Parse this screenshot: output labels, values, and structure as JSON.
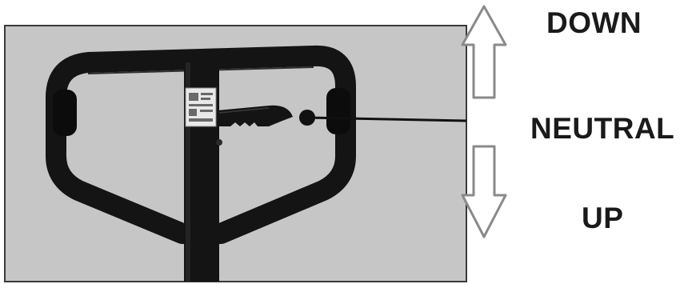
{
  "labels": {
    "down": "DOWN",
    "neutral": "NEUTRAL",
    "up": "UP"
  },
  "colors": {
    "photo_background": "#c9c9c9",
    "handle": "#141414",
    "arrow_fill": "#ffffff",
    "arrow_stroke": "#8a8a8a",
    "text": "#1a1a1a"
  },
  "icons": {
    "up_arrow": "arrow-up-outline",
    "down_arrow": "arrow-down-outline",
    "lever_knob": "filled-circle"
  }
}
